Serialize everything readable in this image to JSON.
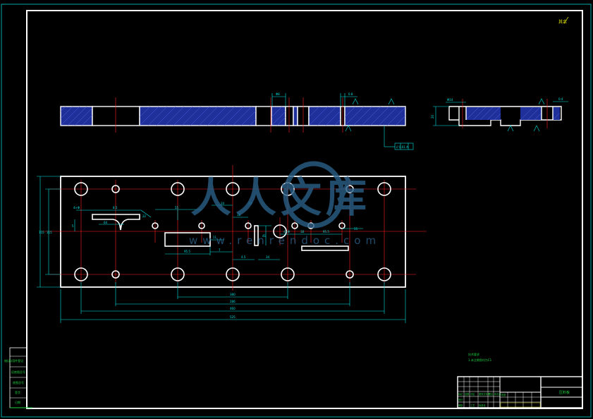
{
  "colors": {
    "background": "#000000",
    "outline": "#ffffff",
    "dimension": "#00e5e5",
    "centerline": "#ff2020",
    "hatch": "#3040c0",
    "label_green": "#20d040",
    "title_yellow": "#e0e000",
    "watermark": "#2a5f86"
  },
  "corner_mark": "其余",
  "watermark": {
    "cn": "人人文库",
    "url": "www.renrendoc.com"
  },
  "plan_dims": {
    "hole_label_left": "4×Φ",
    "hole_label_right": "4×Φ",
    "slot_w": "8.5",
    "d1": "22",
    "d2": "5",
    "d3": "64",
    "d4": "55",
    "d5": "24",
    "d6": "18",
    "d7": "10",
    "d8": "11",
    "d9": "95.5",
    "d10": "7",
    "d11": "4.5",
    "d12": "34",
    "d13": "41",
    "total_width": "525",
    "height_outer": "155",
    "height_inner": "115",
    "bottom_1": "380",
    "bottom_2": "286",
    "bottom_3": "460",
    "bottom_4": "525"
  },
  "section_dims": {
    "top_1": "Φ8",
    "top_2": "0.8",
    "right_view_1": "Φ14",
    "right_view_2": "0.4",
    "right_view_3": "20",
    "tolerance": "// 0.01 A",
    "datum": "A"
  },
  "side_labels": [
    "借(通)用件登记",
    "旧底图总号",
    "底图总号",
    "签字",
    "日期"
  ],
  "notes": {
    "line1": "技术要求",
    "line2": "1.未注倒角均为C1"
  },
  "title_block": {
    "part_name": "压料板",
    "drawing_no": "",
    "rows": [
      "标记",
      "处数",
      "分区",
      "更改文件号",
      "签名",
      "年月日",
      "设计",
      "审核",
      "工艺",
      "标准化",
      "批准"
    ]
  }
}
